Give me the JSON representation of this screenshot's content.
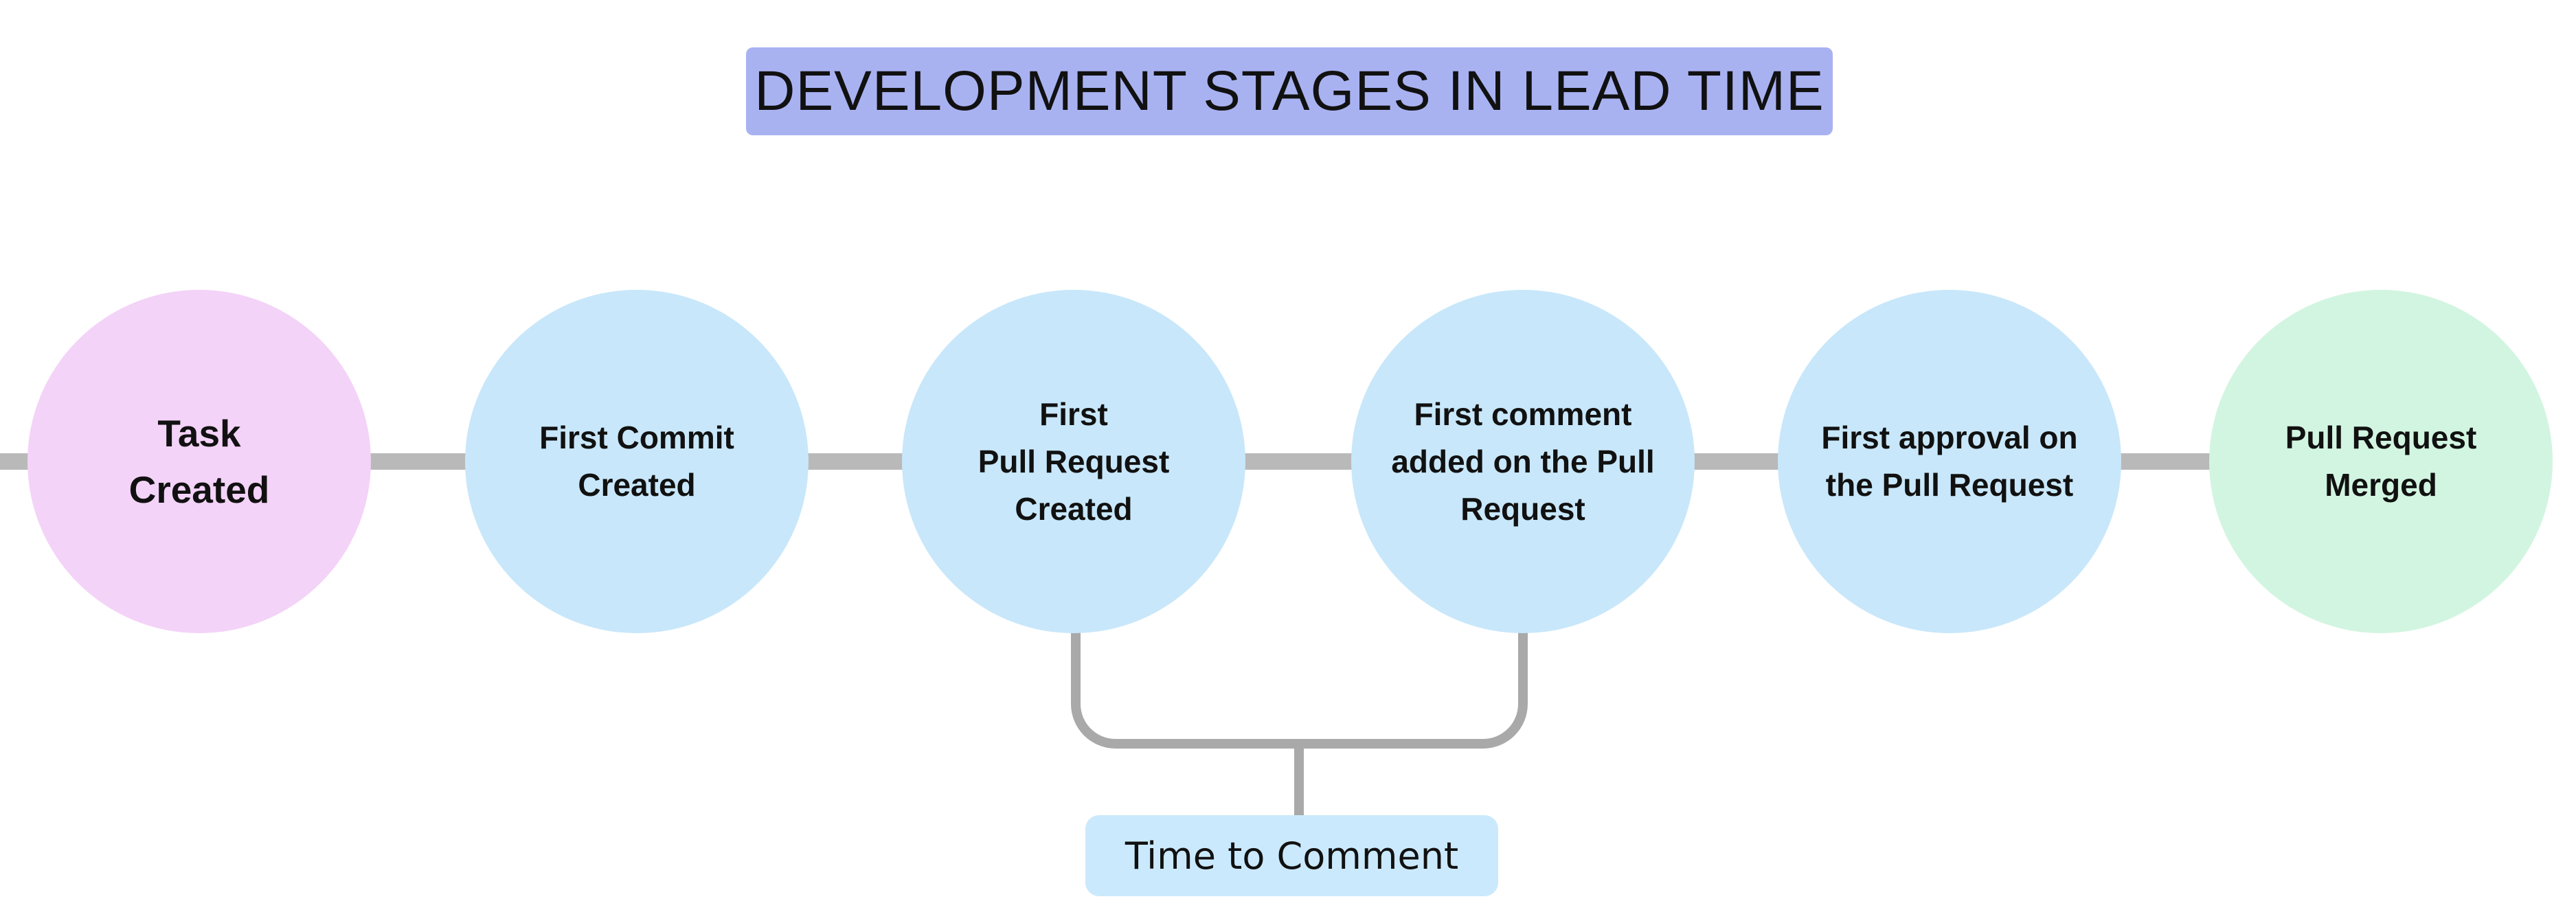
{
  "title": {
    "label": "DEVELOPMENT STAGES IN LEAD TIME",
    "bg": "#A9B2F1"
  },
  "stages": [
    {
      "label": "Task\nCreated",
      "color": "#F4D3F8"
    },
    {
      "label": "First Commit\nCreated",
      "color": "#C8E7FA"
    },
    {
      "label": "First\nPull Request\nCreated",
      "color": "#C8E7FA"
    },
    {
      "label": "First comment\nadded on the Pull\nRequest",
      "color": "#C8E7FA"
    },
    {
      "label": "First approval on\nthe Pull Request",
      "color": "#C8E7FA"
    },
    {
      "label": "Pull Request\nMerged",
      "color": "#D2F5E1"
    }
  ],
  "annotation": {
    "label": "Time to Comment",
    "bg": "#CBE9FC",
    "connects": [
      "First Pull Request Created",
      "First comment added on the Pull Request"
    ]
  },
  "colors": {
    "connector": "#B9B9B9",
    "bracket": "#A9A9A9",
    "text": "#111111",
    "background": "#FFFFFF"
  }
}
